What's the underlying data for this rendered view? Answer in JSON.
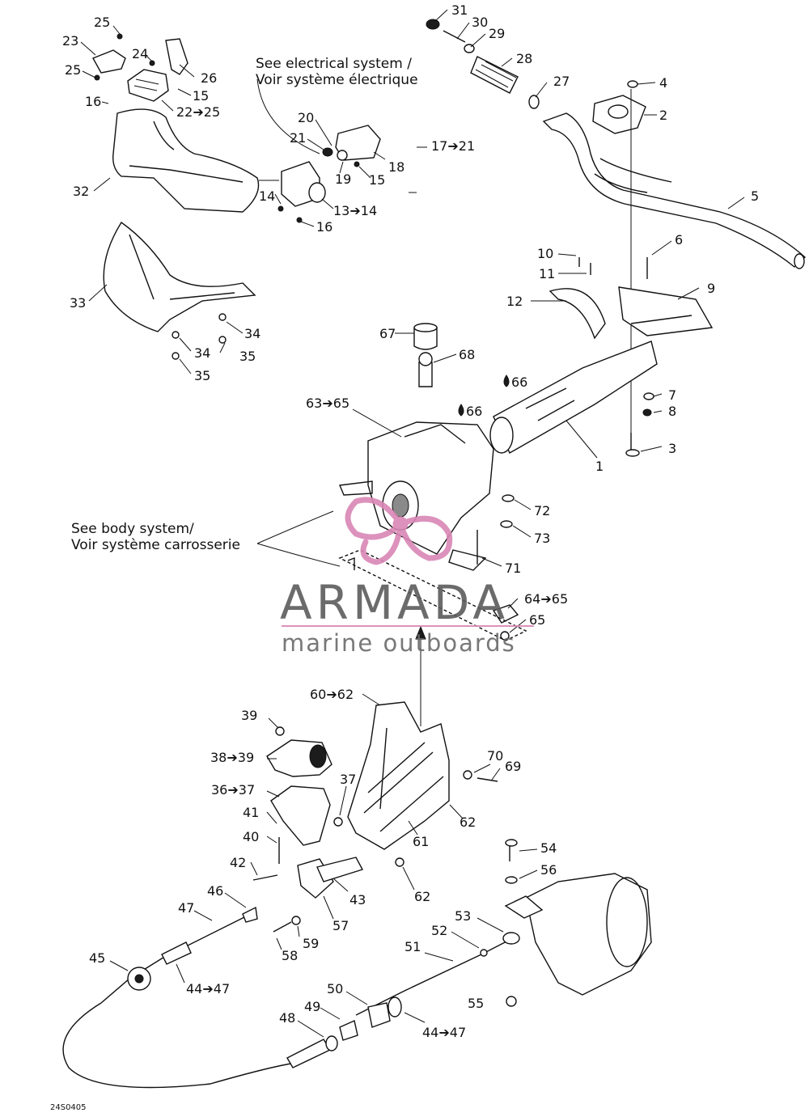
{
  "diagram": {
    "notes": {
      "electrical_en": "See electrical system /",
      "electrical_fr": "Voir système électrique",
      "body_en": "See body system/",
      "body_fr": "Voir système carrosserie"
    },
    "callouts": {
      "c31": "31",
      "c30": "30",
      "c29": "29",
      "c28": "28",
      "c27": "27",
      "c25a": "25",
      "c23": "23",
      "c24": "24",
      "c26": "26",
      "c25b": "25",
      "c16a": "16",
      "c15a": "15",
      "c22": "22➔25",
      "c32": "32",
      "c20": "20",
      "c21": "21",
      "c17": "17➔21",
      "c18": "18",
      "c19": "19",
      "c15b": "15",
      "c14": "14",
      "c13": "13➔14",
      "c16b": "16",
      "c4": "4",
      "c2": "2",
      "c5": "5",
      "c6": "6",
      "c10": "10",
      "c11": "11",
      "c12": "12",
      "c9": "9",
      "c33": "33",
      "c34a": "34",
      "c34b": "34",
      "c35a": "35",
      "c35b": "35",
      "c67": "67",
      "c68": "68",
      "c66a": "66",
      "c66b": "66",
      "c63": "63➔65",
      "c7": "7",
      "c8": "8",
      "c3": "3",
      "c1": "1",
      "c72": "72",
      "c73": "73",
      "c71": "71",
      "c64": "64➔65",
      "c65": "65",
      "c60": "60➔62",
      "c39": "39",
      "c38": "38➔39",
      "c36": "36➔37",
      "c37": "37",
      "c70": "70",
      "c69": "69",
      "c41": "41",
      "c40": "40",
      "c62a": "62",
      "c61": "61",
      "c42": "42",
      "c43": "43",
      "c62b": "62",
      "c54": "54",
      "c56": "56",
      "c46": "46",
      "c47a": "47",
      "c57": "57",
      "c53": "53",
      "c52": "52",
      "c59": "59",
      "c58": "58",
      "c51": "51",
      "c45": "45",
      "c4447a": "44➔47",
      "c50": "50",
      "c55": "55",
      "c49": "49",
      "c48": "48",
      "c4447b": "44➔47"
    },
    "drawing_code": "24S0405"
  },
  "watermark": {
    "brand": "ARMADA",
    "tagline": "marine outboards",
    "color": "#d987b5"
  }
}
